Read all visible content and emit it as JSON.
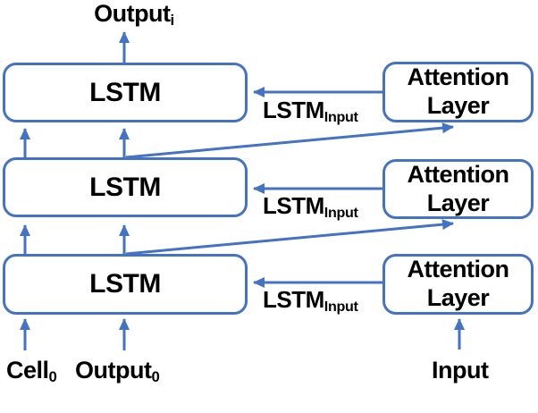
{
  "title": "Stacked LSTM with attention layers diagram",
  "colors": {
    "accent_blue": "#4472C4",
    "text": "#000000",
    "background": "#FFFFFF"
  },
  "diagram": {
    "output_label": {
      "base": "Output",
      "sub": "i"
    },
    "lstm_boxes": [
      {
        "label": "LSTM"
      },
      {
        "label": "LSTM"
      },
      {
        "label": "LSTM"
      }
    ],
    "attention_boxes": [
      {
        "line1": "Attention",
        "line2": "Layer"
      },
      {
        "line1": "Attention",
        "line2": "Layer"
      },
      {
        "line1": "Attention",
        "line2": "Layer"
      }
    ],
    "lstm_input_labels": [
      {
        "base": "LSTM",
        "sub": "Input"
      },
      {
        "base": "LSTM",
        "sub": "Input"
      },
      {
        "base": "LSTM",
        "sub": "Input"
      }
    ],
    "cell_label": {
      "base": "Cell",
      "sub": "0"
    },
    "initial_output_label": {
      "base": "Output",
      "sub": "0"
    },
    "input_label": {
      "base": "Input"
    }
  }
}
